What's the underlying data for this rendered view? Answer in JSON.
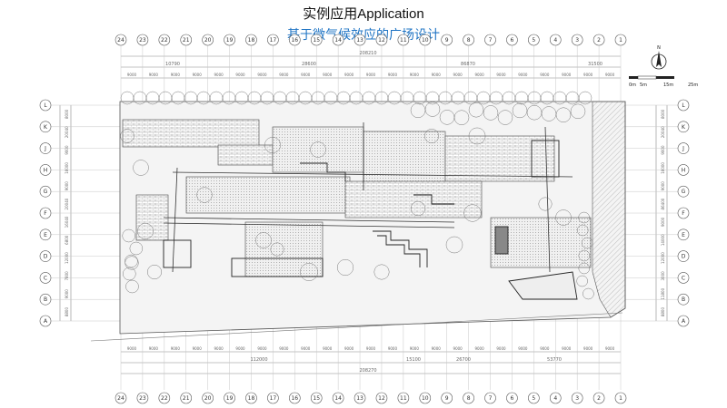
{
  "header": {
    "title": "实例应用Application",
    "subtitle": "基于微气候效应的广场设计"
  },
  "drawing": {
    "column_axes": [
      "24",
      "23",
      "22",
      "21",
      "20",
      "19",
      "18",
      "17",
      "16",
      "15",
      "14",
      "13",
      "12",
      "11",
      "10",
      "9",
      "8",
      "7",
      "6",
      "5",
      "4",
      "3",
      "2",
      "1"
    ],
    "row_axes": [
      "L",
      "K",
      "J",
      "H",
      "G",
      "F",
      "E",
      "D",
      "C",
      "B",
      "A"
    ],
    "top_totals": [
      "208210",
      "10790",
      "28600",
      "86870",
      "31500"
    ],
    "bottom_totals": [
      "208270",
      "112000",
      "15100",
      "26700",
      "53770"
    ],
    "bay_dims": [
      "9000",
      "9000",
      "9000",
      "9000",
      "9000",
      "9000",
      "9000",
      "9000",
      "9000",
      "9000",
      "9000",
      "9000",
      "9000",
      "9000",
      "9000",
      "9000",
      "9000",
      "9000",
      "9000",
      "9000",
      "9000",
      "9000",
      "9000"
    ],
    "left_dims": [
      "8000",
      "20040",
      "9000",
      "16000",
      "9000",
      "20040",
      "16040",
      "6800",
      "12000",
      "7800",
      "9000",
      "8800"
    ],
    "right_dims": [
      "8000",
      "20040",
      "9000",
      "16000",
      "9000",
      "86400",
      "9000",
      "14000",
      "12000",
      "3000",
      "11800",
      "8800"
    ],
    "north_label": "N",
    "scale_labels": [
      "0m",
      "5m",
      "15m",
      "25m"
    ]
  }
}
